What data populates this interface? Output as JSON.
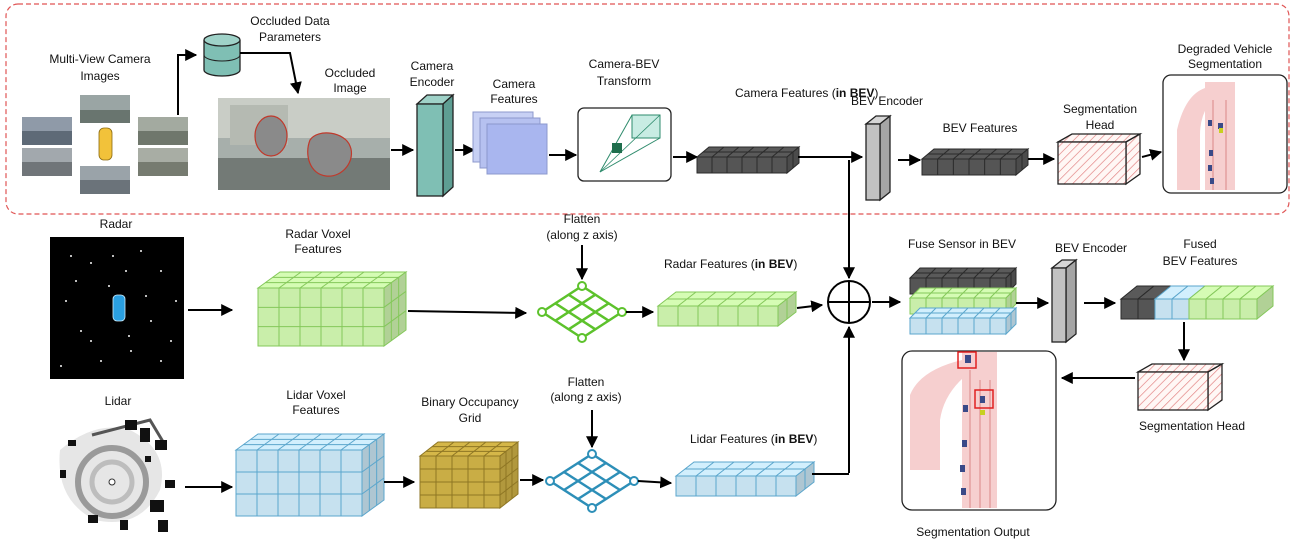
{
  "labels": {
    "multi_view_1": "Multi-View Camera",
    "multi_view_2": "Images",
    "occluded_params_1": "Occluded Data",
    "occluded_params_2": "Parameters",
    "occluded_image_1": "Occluded",
    "occluded_image_2": "Image",
    "camera_encoder_1": "Camera",
    "camera_encoder_2": "Encoder",
    "camera_features_1": "Camera",
    "camera_features_2": "Features",
    "camera_bev_1": "Camera-BEV",
    "camera_bev_2": "Transform",
    "camera_feat_bev_prefix": "Camera Features (",
    "camera_feat_bev_bold": "in BEV",
    "camera_feat_bev_suffix": ")",
    "bev_encoder_top": "BEV Encoder",
    "bev_features": "BEV Features",
    "seg_head_top_1": "Segmentation",
    "seg_head_top_2": "Head",
    "degraded_1": "Degraded Vehicle",
    "degraded_2": "Segmentation",
    "radar": "Radar",
    "radar_voxel_1": "Radar Voxel",
    "radar_voxel_2": "Features",
    "flatten_1_a": "Flatten",
    "flatten_1_b": "(along z axis)",
    "radar_feat_bev_prefix": "Radar Features (",
    "radar_feat_bev_bold": "in BEV",
    "radar_feat_bev_suffix": ")",
    "fuse_sensor": "Fuse Sensor in BEV",
    "bev_encoder_bottom": "BEV Encoder",
    "fused_1": "Fused",
    "fused_2": "BEV Features",
    "lidar": "Lidar",
    "lidar_voxel_1": "Lidar Voxel",
    "lidar_voxel_2": "Features",
    "binary_occ_1": "Binary Occupancy",
    "binary_occ_2": "Grid",
    "flatten_2_a": "Flatten",
    "flatten_2_b": "(along z axis)",
    "lidar_feat_bev_prefix": "Lidar Features (",
    "lidar_feat_bev_bold": "in BEV",
    "lidar_feat_bev_suffix": ")",
    "seg_head_bottom": "Segmentation Head",
    "seg_output": "Segmentation Output"
  },
  "colors": {
    "dashed_border": "#e05555",
    "camera_cube": "#555555",
    "encoder_teal": "#7fbfb4",
    "camera_feat_blue": "#a9b6ef",
    "radar_green": "#c9eeaa",
    "radar_green_stroke": "#84c85a",
    "lidar_blue": "#c6e1ef",
    "lidar_blue_stroke": "#5ba6cc",
    "occupancy_gold": "#c9ad45",
    "net_green": "#5dc22c",
    "net_blue": "#2d8fb8",
    "seg_head_hatch": "#e07a7a"
  }
}
